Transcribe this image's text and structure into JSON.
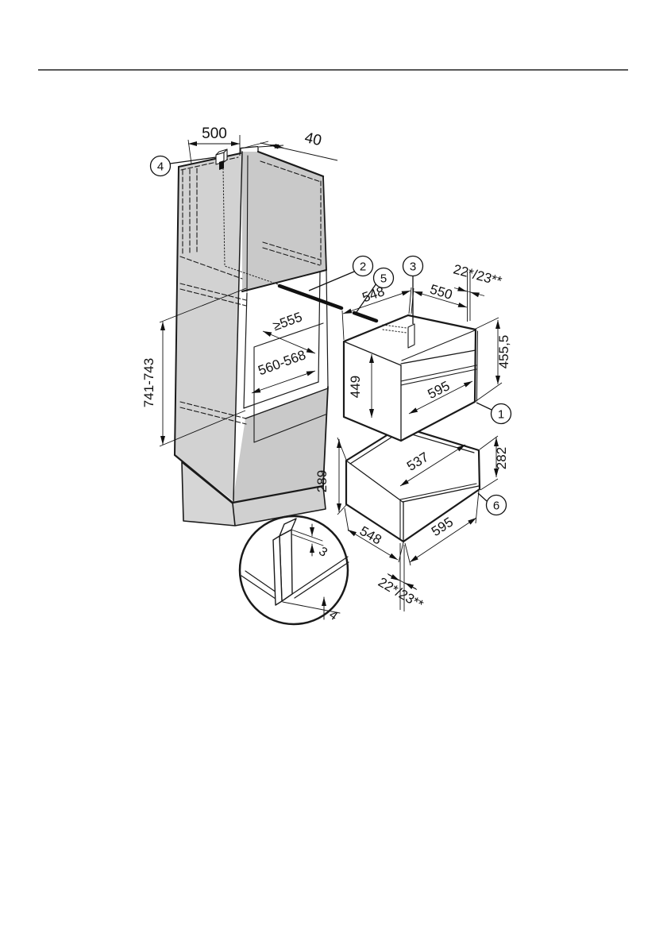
{
  "diagram": {
    "dims": {
      "cab_depth": "500",
      "back_gap": "40",
      "oven_top_width": "548",
      "oven_top_depth": "550",
      "overhang_top": "22*/23**",
      "niche_depth": "≥555",
      "niche_width": "560-568",
      "niche_height": "741-743",
      "oven_height": "449",
      "oven_width": "595",
      "oven_total_height": "455,5",
      "drawer_inner_width": "537",
      "drawer_height_right": "282",
      "drawer_height_left": "289",
      "drawer_width": "595",
      "drawer_depth": "548",
      "overhang_bottom": "22*/23**",
      "panel_gap_top": "3",
      "panel_gap_bottom": "4"
    },
    "callouts": {
      "c1": "1",
      "c2": "2",
      "c3": "3",
      "c4": "4",
      "c5": "5",
      "c6": "6"
    }
  }
}
